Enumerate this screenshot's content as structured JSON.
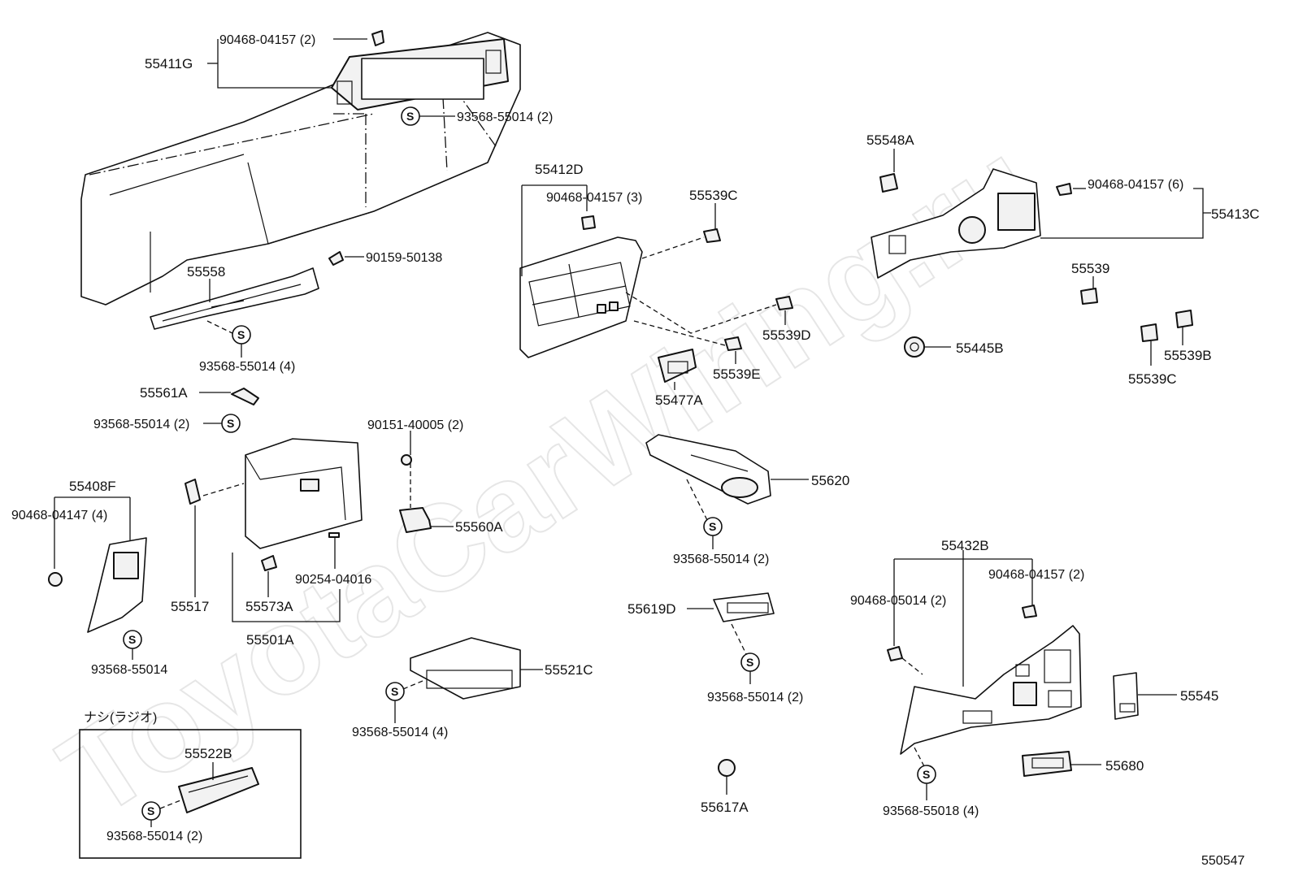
{
  "watermark": "ToyotaCarWiring.ru",
  "diagram_code": "550547",
  "symbol": "S",
  "note_box_label": "ナシ(ラジオ)",
  "labels": {
    "p55411G": "55411G",
    "p90468_04157_2": "90468-04157 (2)",
    "p93568_55014_2_top": "93568-55014 (2)",
    "p90159_50138": "90159-50138",
    "p55558": "55558",
    "p93568_55014_4_a": "93568-55014 (4)",
    "p55561A": "55561A",
    "p93568_55014_2_b": "93568-55014 (2)",
    "p55408F": "55408F",
    "p90468_04147_4": "90468-04147 (4)",
    "p93568_55014_c": "93568-55014",
    "p55517": "55517",
    "p55573A": "55573A",
    "p55501A": "55501A",
    "p90254_04016": "90254-04016",
    "p90151_40005_2": "90151-40005 (2)",
    "p55560A": "55560A",
    "p55521C": "55521C",
    "p93568_55014_4_b": "93568-55014 (4)",
    "p55522B": "55522B",
    "p93568_55014_2_c": "93568-55014 (2)",
    "p55412D": "55412D",
    "p90468_04157_3": "90468-04157 (3)",
    "p55539C_a": "55539C",
    "p55539D": "55539D",
    "p55539E": "55539E",
    "p55477A": "55477A",
    "p55620": "55620",
    "p93568_55014_2_d": "93568-55014 (2)",
    "p55619D": "55619D",
    "p93568_55014_2_e": "93568-55014 (2)",
    "p55617A": "55617A",
    "p55548A": "55548A",
    "p90468_04157_6": "90468-04157 (6)",
    "p55413C": "55413C",
    "p55539": "55539",
    "p55445B": "55445B",
    "p55539B": "55539B",
    "p55539C_b": "55539C",
    "p55432B": "55432B",
    "p90468_05014_2": "90468-05014 (2)",
    "p90468_04157_2b": "90468-04157 (2)",
    "p55545": "55545",
    "p55680": "55680",
    "p93568_55018_4": "93568-55018 (4)"
  }
}
